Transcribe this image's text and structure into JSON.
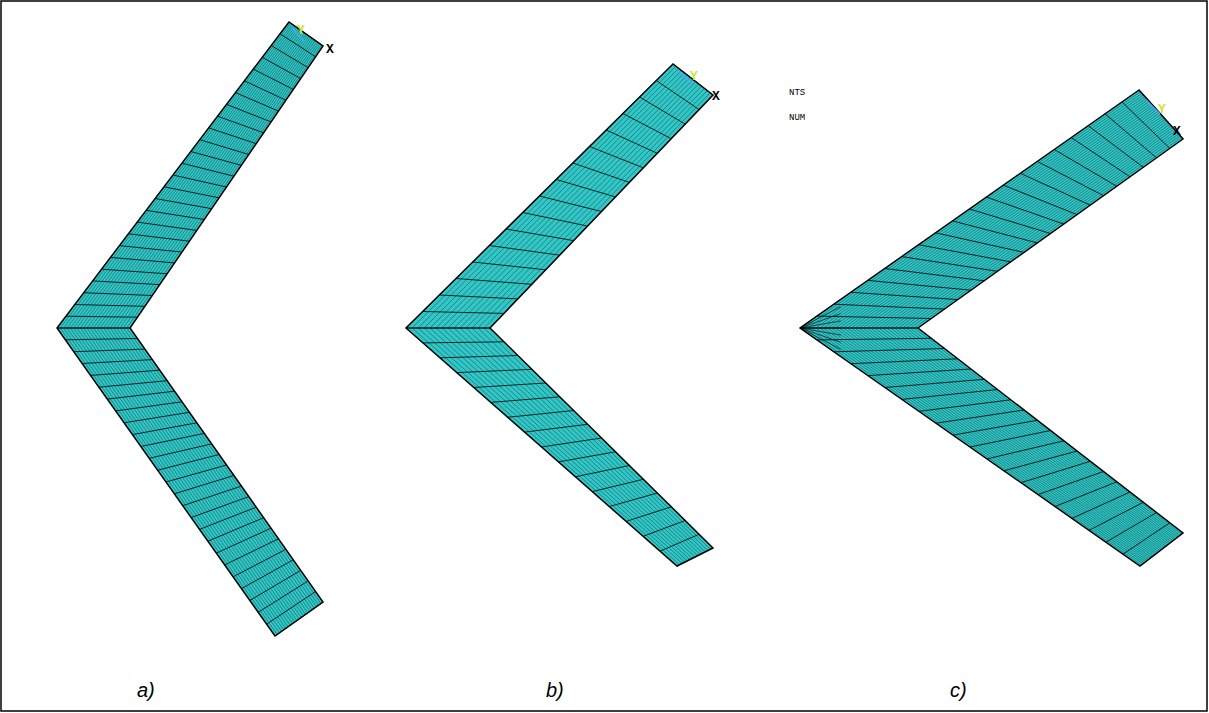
{
  "diagram": {
    "labels": [
      "Y",
      "X",
      "Y",
      "X",
      "NTS",
      "NUM",
      "Y",
      "X",
      "a)",
      "b)",
      "c)"
    ]
  }
}
